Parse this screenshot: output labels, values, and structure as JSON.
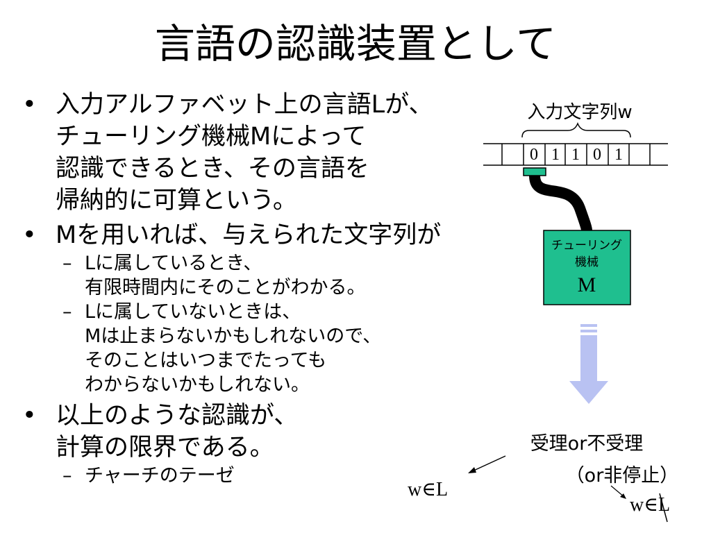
{
  "slide": {
    "title": "言語の認識装置として"
  },
  "bullets": {
    "b1": {
      "bullet": "•",
      "lines": [
        "入力アルファベット上の言語Lが、",
        "チューリング機械Mによって",
        "認識できるとき、その言語を",
        "帰納的に可算という。"
      ]
    },
    "b2": {
      "bullet": "•",
      "lines": [
        "Mを用いれば、与えられた文字列が"
      ]
    },
    "b2_sub1": {
      "dash": "–",
      "lines": [
        "Lに属しているとき、",
        "有限時間内にそのことがわかる。"
      ]
    },
    "b2_sub2": {
      "dash": "–",
      "lines": [
        "Lに属していないときは、",
        "Mは止まらないかもしれないので、",
        "そのことはいつまでたっても",
        "わからないかもしれない。"
      ]
    },
    "b3": {
      "bullet": "•",
      "lines": [
        "以上のような認識が、",
        "計算の限界である。"
      ]
    },
    "b3_sub1": {
      "dash": "–",
      "lines": [
        "チャーチのテーゼ"
      ]
    }
  },
  "diagram": {
    "input_label": "入力文字列w",
    "tape_symbols": [
      "0",
      "1",
      "1",
      "0",
      "1"
    ],
    "machine": {
      "line1": "チューリング",
      "line2": "機械",
      "line3": "M",
      "fill": "#1fbf8f"
    },
    "head_color": "#1fbf8f",
    "arrow_color": "#b9c2f2",
    "result": {
      "line1": "受理or不受理",
      "line2": "（or非停止）"
    },
    "accept_label": "w∈L",
    "reject_label": "w∈L"
  }
}
